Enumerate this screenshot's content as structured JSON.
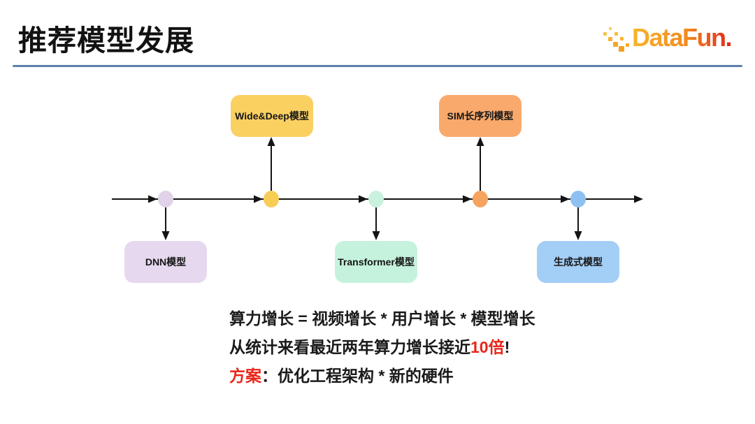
{
  "header": {
    "title": "推荐模型发展"
  },
  "logo": {
    "text": "DataFun."
  },
  "timeline": {
    "nodes": [
      {
        "id": "dnn",
        "label": "DNN模型",
        "position": "below",
        "box_color": "#E6D8EE",
        "dot_color": "#E0D2E9"
      },
      {
        "id": "wide-deep",
        "label": "Wide&Deep模型",
        "position": "above",
        "box_color": "#FAD061",
        "dot_color": "#F8CD55"
      },
      {
        "id": "transformer",
        "label": "Transformer模型",
        "position": "below",
        "box_color": "#C5F2DC",
        "dot_color": "#C9F2DE"
      },
      {
        "id": "sim",
        "label": "SIM长序列模型",
        "position": "above",
        "box_color": "#F9A96B",
        "dot_color": "#F6A360"
      },
      {
        "id": "generative",
        "label": "生成式模型",
        "position": "below",
        "box_color": "#A3CEF6",
        "dot_color": "#8EC1F2"
      }
    ]
  },
  "notes": {
    "line1": "算力增长 = 视频增长 * 用户增长 * 模型增长",
    "line2_prefix": "从统计来看最近两年算力增长接近",
    "line2_highlight": "10倍",
    "line2_suffix": "!",
    "line3_highlight": "方案",
    "line3_text": "：优化工程架构 * 新的硬件"
  },
  "colors": {
    "divider": "#5B80AB",
    "highlight_red": "#E8261A",
    "line_black": "#141414"
  }
}
